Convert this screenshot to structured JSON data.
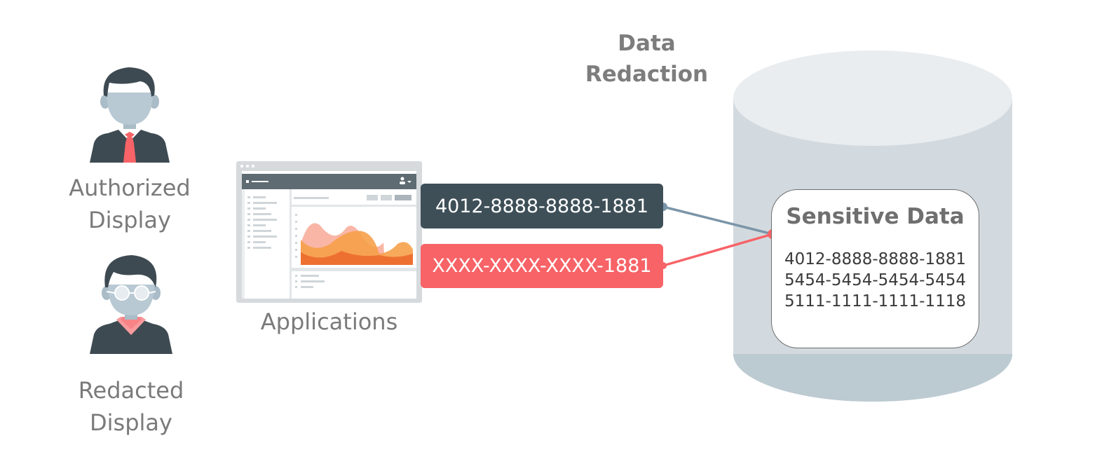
{
  "users": {
    "authorized": {
      "label_line1": "Authorized",
      "label_line2": "Display"
    },
    "redacted": {
      "label_line1": "Redacted",
      "label_line2": "Display"
    }
  },
  "application": {
    "label": "Applications"
  },
  "redaction": {
    "title_line1": "Data",
    "title_line2": "Redaction"
  },
  "flows": {
    "authorized_value": "4012-8888-8888-1881",
    "redacted_value": "XXXX-XXXX-XXXX-1881"
  },
  "database": {
    "card_title": "Sensitive Data",
    "records": [
      "4012-8888-8888-1881",
      "5454-5454-5454-5454",
      "5111-1111-1111-1118"
    ]
  },
  "colors": {
    "authorized_pill": "#3e4f58",
    "redacted_pill": "#f76367",
    "authorized_line": "#7b95a8",
    "redacted_line": "#f76367",
    "cylinder_top": "#e9edf0",
    "cylinder_body": "#d3dadf",
    "cylinder_bottom": "#bccad1"
  }
}
